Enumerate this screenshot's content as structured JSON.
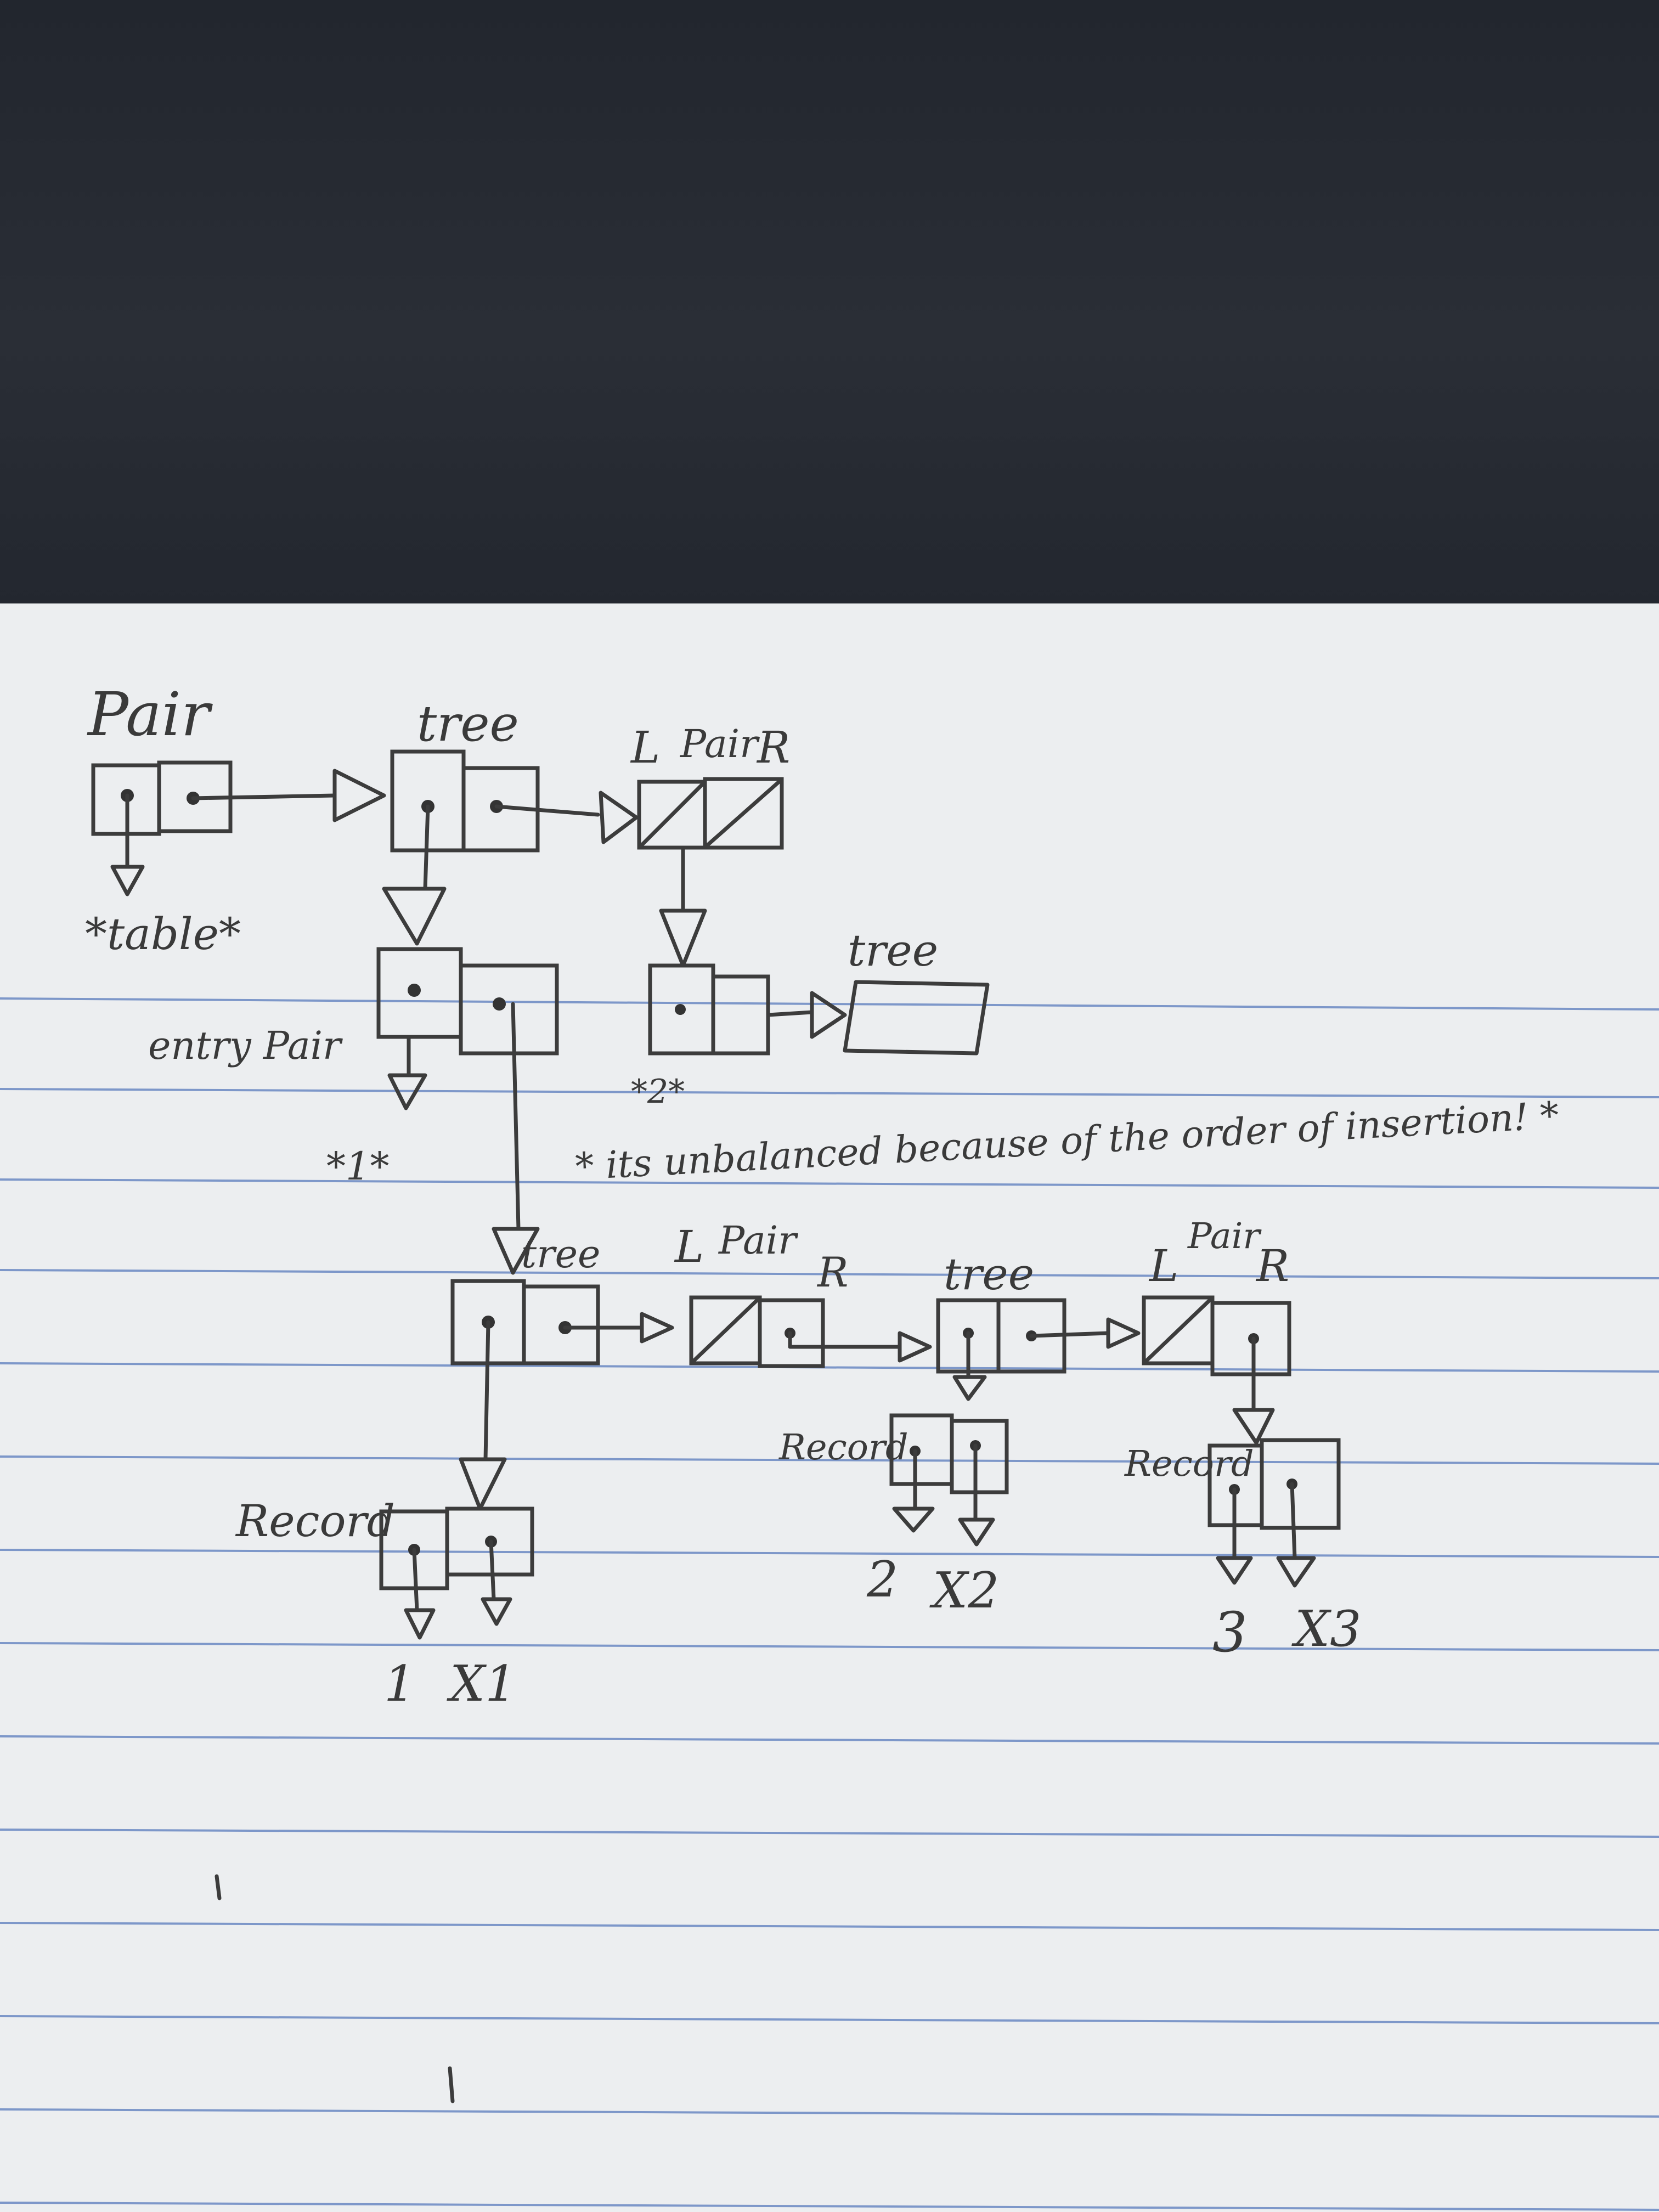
{
  "diagram": {
    "labels": {
      "pair_top": "Pair",
      "table": "*table*",
      "tree_top": "tree",
      "l_top": "L",
      "pair_top_right": "Pair",
      "r_top": "R",
      "tree_small": "tree",
      "entry_pair": "entry Pair",
      "star_two": "*2*",
      "star_one": "*1*",
      "note": "* its unbalanced because of the order of insertion! *",
      "tree_mid": "tree",
      "l_mid": "L",
      "pair_mid": "Pair",
      "r_mid": "R",
      "tree_right": "tree",
      "l_right": "L",
      "pair_right": "Pair",
      "r_right": "R",
      "record_left": "Record",
      "record_mid": "Record",
      "record_right": "Record",
      "val_1": "1",
      "val_x1": "X1",
      "val_2": "2",
      "val_x2": "X2",
      "val_3": "3",
      "val_x3": "X3"
    }
  },
  "colors": {
    "ink": "#3c3c3c",
    "rule": "#7d97c9",
    "paper": "#eceef0",
    "desk": "#23272f"
  }
}
